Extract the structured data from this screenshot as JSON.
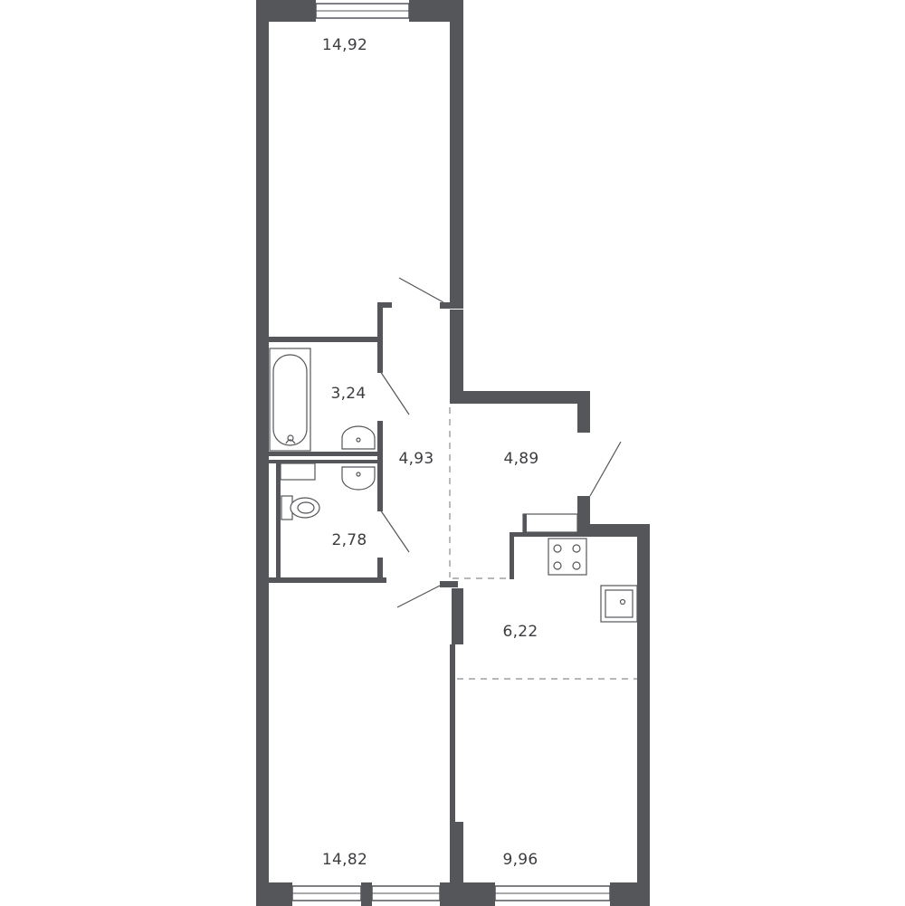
{
  "rooms": [
    {
      "id": "bedroom-top",
      "area": "14,92"
    },
    {
      "id": "bathroom",
      "area": "3,24"
    },
    {
      "id": "corridor",
      "area": "4,93"
    },
    {
      "id": "hall",
      "area": "4,89"
    },
    {
      "id": "toilet",
      "area": "2,78"
    },
    {
      "id": "kitchen",
      "area": "6,22"
    },
    {
      "id": "bedroom-bottom",
      "area": "14,82"
    },
    {
      "id": "living",
      "area": "9,96"
    }
  ],
  "colors": {
    "wall": "#54565a",
    "background": "#ffffff",
    "label": "#3c3d40"
  },
  "icons": [
    "bathtub-icon",
    "sink-icon",
    "toilet-icon",
    "stove-icon",
    "kitchen-sink-icon"
  ]
}
